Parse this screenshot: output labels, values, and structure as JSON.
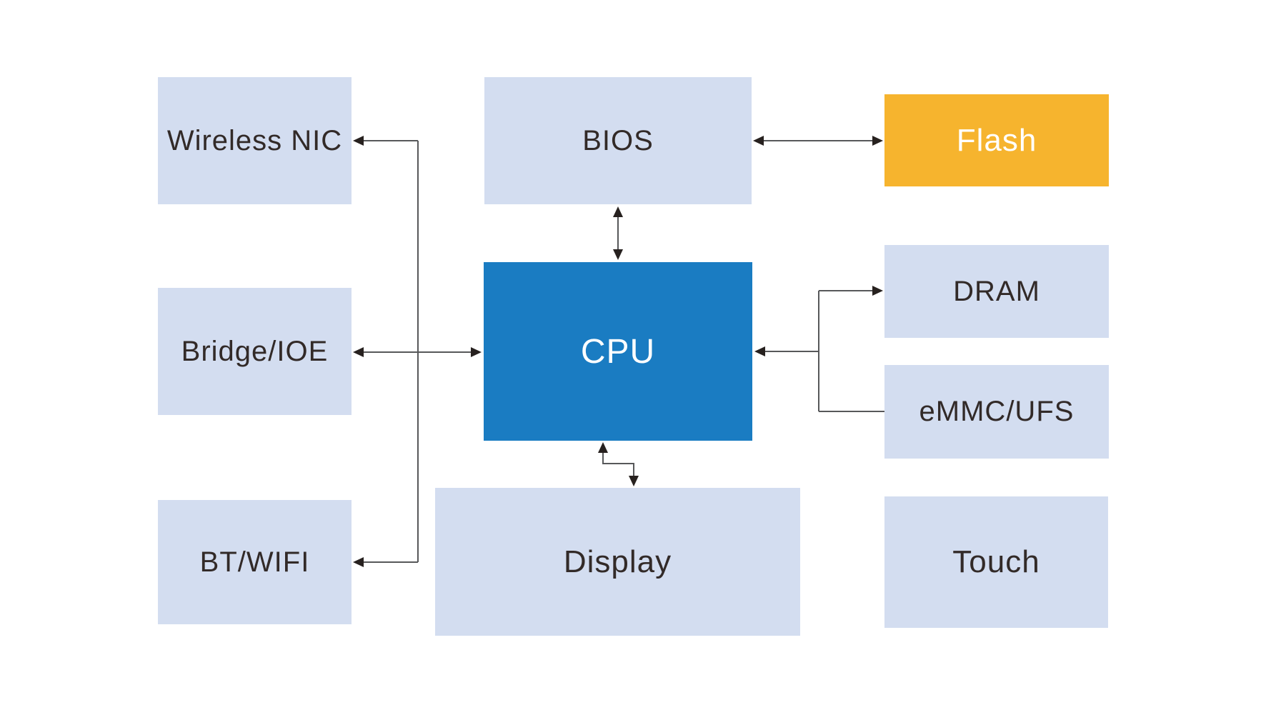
{
  "diagram": {
    "background": "#ffffff",
    "colors": {
      "box_fill": "#d3ddf0",
      "cpu_fill": "#1a7cc2",
      "flash_fill": "#f6b42e",
      "line": "#57585a",
      "arrowhead": "#27211f",
      "text_dark": "#322a28",
      "text_light": "#ffffff"
    },
    "nodes": {
      "wireless_nic": {
        "label": "Wireless NIC",
        "fill": "#d3ddf0",
        "text_color": "#322a28"
      },
      "bridge_ioe": {
        "label": "Bridge/IOE",
        "fill": "#d3ddf0",
        "text_color": "#322a28"
      },
      "bt_wifi": {
        "label": "BT/WIFI",
        "fill": "#d3ddf0",
        "text_color": "#322a28"
      },
      "bios": {
        "label": "BIOS",
        "fill": "#d3ddf0",
        "text_color": "#322a28"
      },
      "cpu": {
        "label": "CPU",
        "fill": "#1a7cc2",
        "text_color": "#ffffff"
      },
      "display": {
        "label": "Display",
        "fill": "#d3ddf0",
        "text_color": "#322a28"
      },
      "flash": {
        "label": "Flash",
        "fill": "#f6b42e",
        "text_color": "#ffffff"
      },
      "dram": {
        "label": "DRAM",
        "fill": "#d3ddf0",
        "text_color": "#322a28"
      },
      "emmc_ufs": {
        "label": "eMMC/UFS",
        "fill": "#d3ddf0",
        "text_color": "#322a28"
      },
      "touch": {
        "label": "Touch",
        "fill": "#d3ddf0",
        "text_color": "#322a28"
      }
    },
    "edges": [
      {
        "between": [
          "bios",
          "flash"
        ],
        "arrowheads": [
          "bios",
          "flash"
        ]
      },
      {
        "between": [
          "bios",
          "cpu"
        ],
        "arrowheads": [
          "bios",
          "cpu"
        ]
      },
      {
        "between": [
          "bridge_ioe",
          "cpu"
        ],
        "arrowheads": [
          "bridge_ioe",
          "cpu"
        ]
      },
      {
        "between": [
          "left_junction",
          "wireless_nic"
        ],
        "arrowheads": [
          "wireless_nic"
        ]
      },
      {
        "between": [
          "left_junction",
          "bt_wifi"
        ],
        "arrowheads": [
          "bt_wifi"
        ]
      },
      {
        "between": [
          "memory_junction",
          "cpu"
        ],
        "arrowheads": [
          "cpu"
        ]
      },
      {
        "between": [
          "memory_junction",
          "dram"
        ],
        "arrowheads": [
          "dram"
        ]
      },
      {
        "between": [
          "memory_junction",
          "emmc_ufs"
        ],
        "arrowheads": []
      },
      {
        "between": [
          "cpu",
          "display"
        ],
        "arrowheads": [
          "cpu",
          "display"
        ]
      }
    ]
  }
}
